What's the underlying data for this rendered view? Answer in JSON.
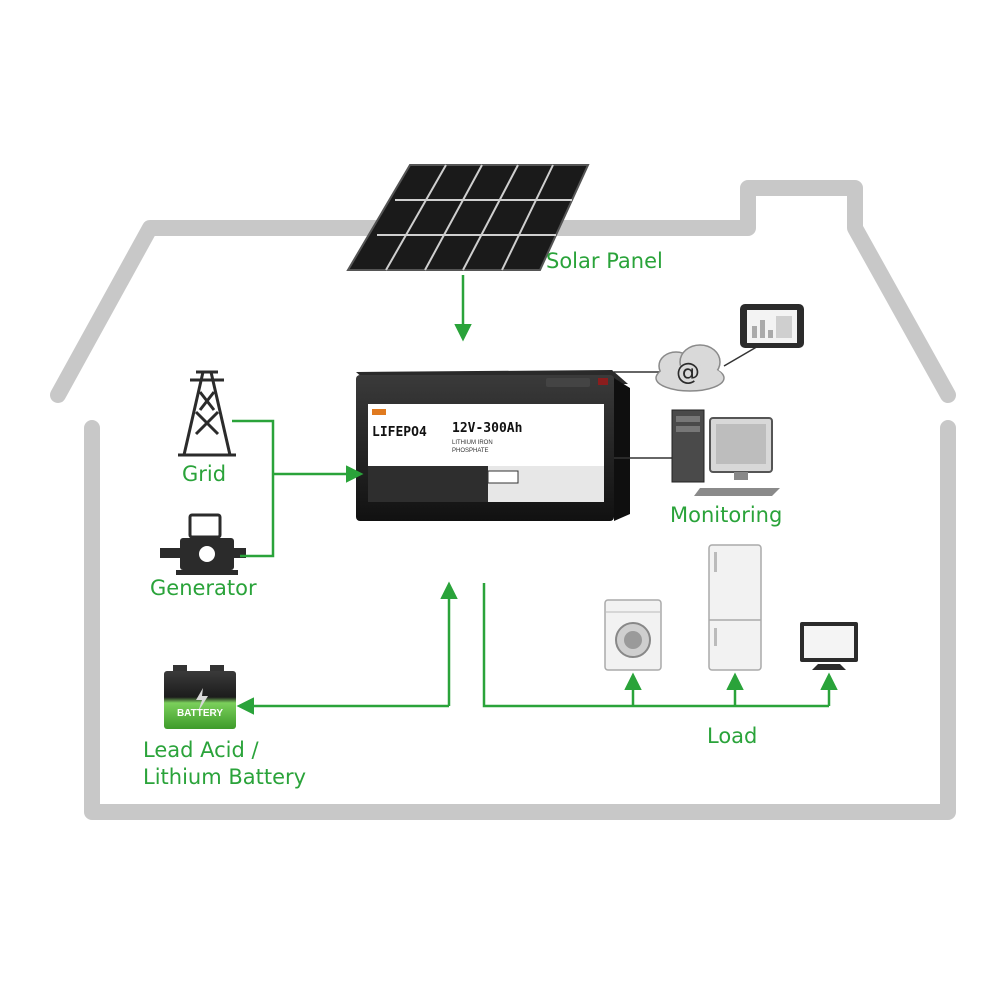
{
  "labels": {
    "solar_panel": "Solar Panel",
    "grid": "Grid",
    "generator": "Generator",
    "monitoring": "Monitoring",
    "load": "Load",
    "lead_acid_line1": "Lead Acid /",
    "lead_acid_line2": "Lithium Battery"
  },
  "battery_unit": {
    "brand": "LIFEPO4",
    "rating": "12V-300Ah",
    "chemistry_line1": "LITHIUM IRON",
    "chemistry_line2": "PHOSPHATE"
  },
  "small_battery": {
    "label": "BATTERY"
  },
  "cloud_symbol": "@",
  "colors": {
    "house_outline": "#c8c8c8",
    "connector_green": "#2aa33a",
    "label_green": "#2aa33a",
    "icon_dark": "#2b2b2b"
  }
}
